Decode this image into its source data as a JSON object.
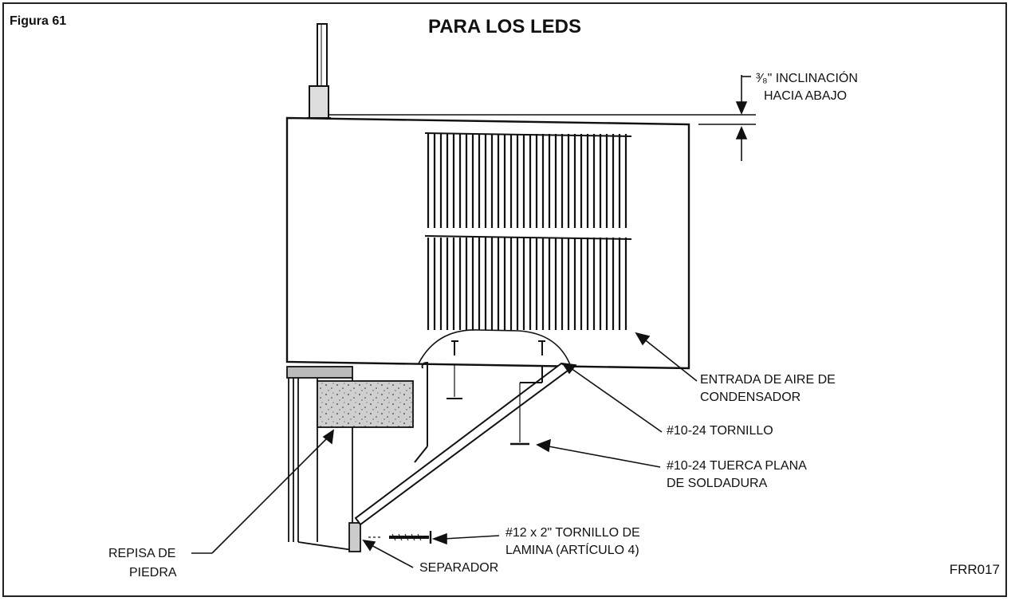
{
  "figure": {
    "label": "Figura 61",
    "title": "PARA LOS LEDS",
    "code": "FRR017"
  },
  "callouts": {
    "inclination_line1": "³⁄₈\" INCLINACIÓN",
    "inclination_line2": "HACIA ABAJO",
    "condenser_line1": "ENTRADA DE AIRE DE",
    "condenser_line2": "CONDENSADOR",
    "screw_10_24": "#10-24 TORNILLO",
    "nut_line1": "#10-24 TUERCA PLANA",
    "nut_line2": "DE SOLDADURA",
    "sheet_screw_line1": "#12 x 2\" TORNILLO DE",
    "sheet_screw_line2": "LAMINA (ARTÍCULO 4)",
    "ledge_line1": "REPISA DE",
    "ledge_line2": "PIEDRA",
    "spacer": "SEPARADOR"
  }
}
